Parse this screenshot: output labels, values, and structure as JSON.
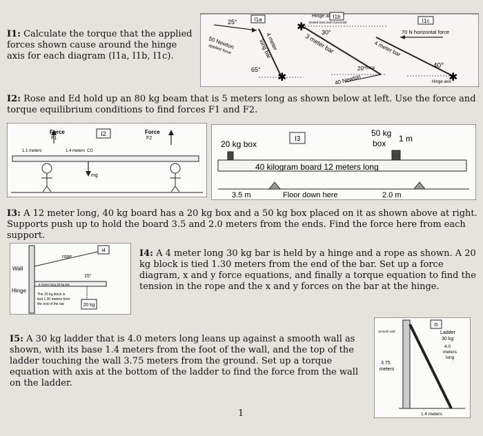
{
  "problems": {
    "i1": {
      "label": "I1:",
      "text": "Calculate the torque that the applied forces shown cause around the hinge axis for each diagram (I1a, I1b, I1c)."
    },
    "i2": {
      "label": "I2:",
      "text": "Rose and Ed hold up an 80 kg beam that is 5 meters long as shown below at left. Use the force and torque equilibrium conditions to find forces F1 and F2."
    },
    "i3": {
      "label": "I3:",
      "text": "A 12 meter long, 40 kg board has a 20 kg box and a 50 kg box placed on it as shown above at right. Supports push up to hold the board 3.5 and 2.0 meters from the ends. Find the force here from each support."
    },
    "i4": {
      "label": "I4:",
      "text": "A 4 meter long 30 kg bar is held by a hinge and a rope as shown. A 20 kg block is tied 1.30 meters from the end of the bar. Set up a force diagram, x and y force equations, and finally a torque equation to find the tension in the rope and the x and y forces on the bar at the hinge."
    },
    "i5": {
      "label": "I5:",
      "text": "A 30 kg ladder that is 4.0 meters long leans up against a smooth wall as shown, with its base 1.4 meters from the foot of the wall, and the top of the ladder touching the wall 3.75 meters from the ground. Set up a torque equation with axis at the bottom of the ladder to find the force from the wall on the ladder."
    }
  },
  "diagram_i1": {
    "tag_a": "I1a",
    "tag_b": "I1b",
    "tag_c": "I1c",
    "a_angle": "25°",
    "a_force": "50 Newton",
    "a_force_sub": "applied force",
    "a_bar": "4 meter",
    "a_bar2": "long bar",
    "a_angle2": "65°",
    "b_hinge": "Hinge axis",
    "b_dotted": "Dotted lines both horizontal",
    "b_angle": "30°",
    "b_bar": "3 meter bar",
    "b_angle2": "20°",
    "b_force": "40 Newton",
    "b_force_sub": "force",
    "c_force": "70 N horizontal force",
    "c_bar": "4 meter bar",
    "c_angle": "40°",
    "c_hinge": "Hinge axis"
  },
  "diagram_i2": {
    "tag": "I2",
    "force1": "Force",
    "f1": "F1",
    "force2": "Force",
    "f2": "F2",
    "dist1": "1.1 meters",
    "dist2": "1.4 meters",
    "cg": "CG",
    "mg": "mg"
  },
  "diagram_i3": {
    "tag": "I3",
    "box_small": "20 kg box",
    "box_big": "50 kg",
    "box_big2": "box",
    "dist_end": "1 m",
    "board": "40 kilogram board 12 meters long",
    "left": "3.5 m",
    "floor": "Floor down here",
    "right": "2.0 m"
  },
  "diagram_i4": {
    "tag": "I4",
    "wall": "Wall",
    "rope": "rope",
    "angle": "15°",
    "hinge": "Hinge",
    "bar": "4 meter long 30 kg bar",
    "note1": "The 20 kg block is",
    "note2": "tied 1.30 meters from",
    "note3": "the end of the bar",
    "block": "20 kg"
  },
  "diagram_i5": {
    "tag": "I5",
    "wall": "Smooth wall",
    "height": "3.75",
    "height2": "meters",
    "ladder": "Ladder",
    "mass": "30 kg",
    "len": "4.0",
    "len2": "meters",
    "len3": "long",
    "base": "1.4 meters"
  },
  "page_number": "1"
}
